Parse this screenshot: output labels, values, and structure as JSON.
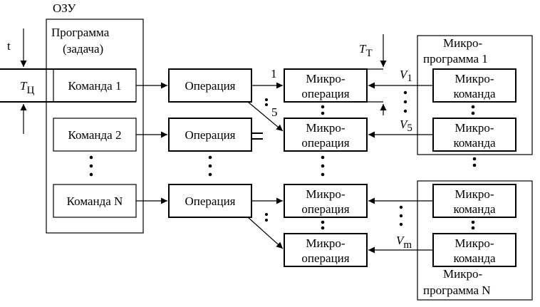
{
  "ozu": {
    "label": "ОЗУ"
  },
  "program": {
    "line1": "Программа",
    "line2": "(задача)"
  },
  "commands": [
    "Команда 1",
    "Команда 2",
    "Команда N"
  ],
  "operation_label": "Операция",
  "microop": {
    "line1": "Микро-",
    "line2": "операция"
  },
  "microcmd": {
    "line1": "Микро-",
    "line2": "команда"
  },
  "microprogram1": {
    "line1": "Микро-",
    "line2": "программа  1"
  },
  "microprogramN": {
    "line1": "Микро-",
    "line2": "программа  N"
  },
  "timing": {
    "t": "t",
    "Tc_main": "T",
    "Tc_sub": "Ц",
    "Tt_main": "T",
    "Tt_sub": "Т"
  },
  "path_labels": {
    "one": "1",
    "five": "5"
  },
  "v_labels": [
    {
      "main": "V",
      "sub": "1"
    },
    {
      "main": "V",
      "sub": "5"
    },
    {
      "main": "V",
      "sub": "m"
    }
  ]
}
